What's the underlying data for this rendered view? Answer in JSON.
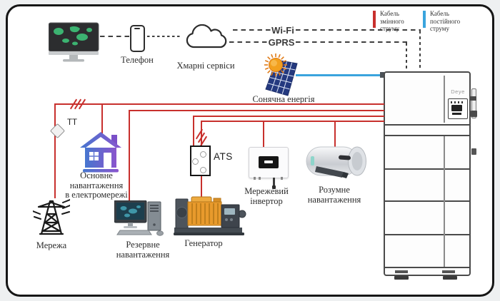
{
  "colors": {
    "ac_cable": "#c8302d",
    "dc_cable": "#3aa4dd"
  },
  "legend": {
    "ac_lines": [
      "Кабель",
      "змінного",
      "струму"
    ],
    "dc_lines": [
      "Кабель",
      "постійного",
      "струму"
    ]
  },
  "monitoring": {
    "phone_label": "Телефон",
    "cloud_label": "Хмарні сервіси",
    "wifi_label": "Wi-Fi",
    "gprs_label": "GPRS"
  },
  "solar": {
    "label": "Сонячна енергія"
  },
  "battery_tower": {
    "brand": "Deye"
  },
  "ct": {
    "label": "TT"
  },
  "house": {
    "lines": [
      "Основне навантаження",
      "в електромережі"
    ]
  },
  "grid": {
    "label": "Мережа"
  },
  "backup_load": {
    "lines": [
      "Резервне",
      "навантаження"
    ]
  },
  "generator": {
    "label": "Генератор"
  },
  "ats": {
    "label": "ATS"
  },
  "grid_inverter": {
    "lines": [
      "Мережевий",
      "інвертор"
    ]
  },
  "smart_load": {
    "lines": [
      "Розумне",
      "навантаження"
    ]
  }
}
